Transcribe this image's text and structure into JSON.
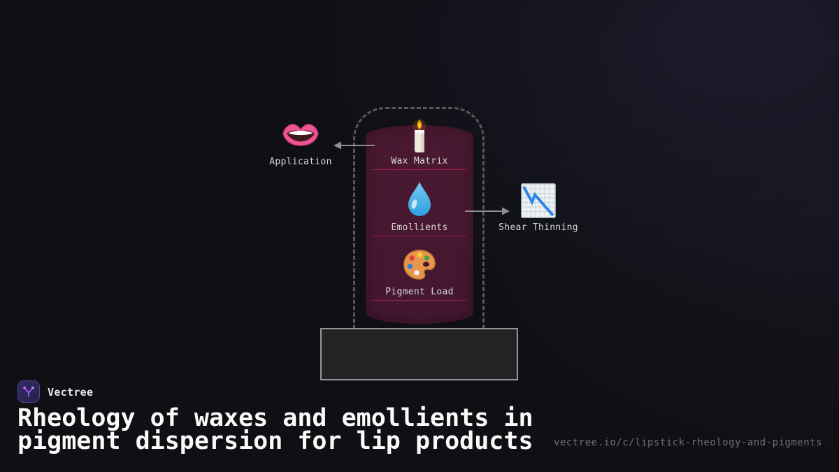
{
  "brand": {
    "name": "Vectree"
  },
  "title": {
    "line1": "Rheology of waxes and emollients in",
    "line2": "pigment dispersion for lip products"
  },
  "footer": {
    "url": "vectree.io/c/lipstick-rheology-and-pigments"
  },
  "diagram": {
    "tube": {
      "items": [
        {
          "id": "wax-matrix",
          "icon": "candle-icon",
          "label": "Wax Matrix"
        },
        {
          "id": "emollients",
          "icon": "droplet-icon",
          "label": "Emollients"
        },
        {
          "id": "pigment-load",
          "icon": "palette-icon",
          "label": "Pigment Load"
        }
      ]
    },
    "left_node": {
      "icon": "lips-icon",
      "label": "Application"
    },
    "right_node": {
      "icon": "chart-decreasing-icon",
      "label": "Shear Thinning"
    }
  },
  "colors": {
    "background": "#0f0f14",
    "background_glow": "#1b1b2b",
    "bullet_fill": "#471830",
    "label_text": "#d7d7db",
    "label_underline": "#a01e52",
    "outline_dash": "#57575d",
    "arrow": "#8e8e93",
    "base_fill": "#232325",
    "base_border": "#95959a",
    "title_text": "#fafafa",
    "url_text": "#6f7278",
    "logo_accent": "#a855f7"
  }
}
